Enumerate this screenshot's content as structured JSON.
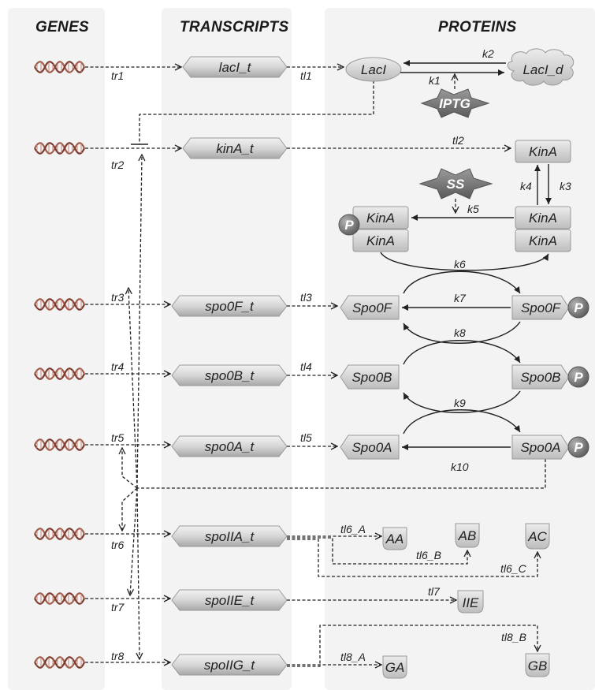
{
  "columns": {
    "genes": "GENES",
    "transcripts": "TRANSCRIPTS",
    "proteins": "PROTEINS"
  },
  "transcription": {
    "tr1": "tr1",
    "tr2": "tr2",
    "tr3": "tr3",
    "tr4": "tr4",
    "tr5": "tr5",
    "tr6": "tr6",
    "tr7": "tr7",
    "tr8": "tr8"
  },
  "transcripts": {
    "lacI_t": "lacI_t",
    "kinA_t": "kinA_t",
    "spo0F_t": "spo0F_t",
    "spo0B_t": "spo0B_t",
    "spo0A_t": "spo0A_t",
    "spoIIA_t": "spoIIA_t",
    "spoIIE_t": "spoIIE_t",
    "spoIIG_t": "spoIIG_t"
  },
  "translation": {
    "tl1": "tl1",
    "tl2": "tl2",
    "tl3": "tl3",
    "tl4": "tl4",
    "tl5": "tl5",
    "tl6_A": "tl6_A",
    "tl6_B": "tl6_B",
    "tl6_C": "tl6_C",
    "tl7": "tl7",
    "tl8_A": "tl8_A",
    "tl8_B": "tl8_B"
  },
  "proteins": {
    "LacI": "LacI",
    "LacI_d": "LacI_d",
    "IPTG": "IPTG",
    "SS": "SS",
    "KinA": "KinA",
    "Spo0F": "Spo0F",
    "Spo0B": "Spo0B",
    "Spo0A": "Spo0A",
    "AA": "AA",
    "AB": "AB",
    "AC": "AC",
    "IIE": "IIE",
    "GA": "GA",
    "GB": "GB",
    "P": "P"
  },
  "reactions": {
    "k1": "k1",
    "k2": "k2",
    "k3": "k3",
    "k4": "k4",
    "k5": "k5",
    "k6": "k6",
    "k7": "k7",
    "k8": "k8",
    "k9": "k9",
    "k10": "k10"
  }
}
